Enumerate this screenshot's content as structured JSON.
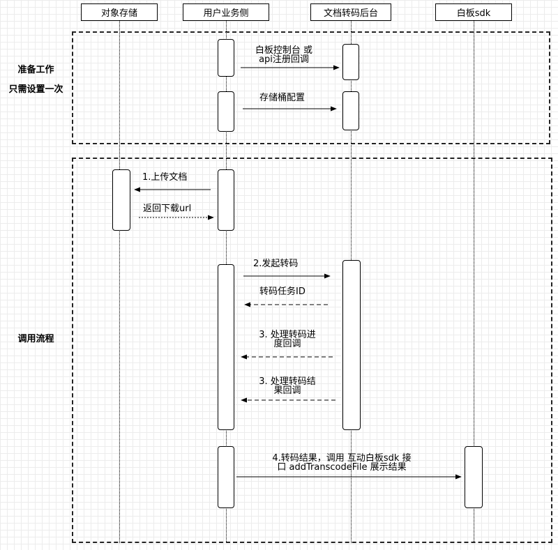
{
  "actors": {
    "storage": "对象存储",
    "business": "用户业务侧",
    "converter": "文档转码后台",
    "sdk": "白板sdk"
  },
  "groups": {
    "prep_line1": "准备工作",
    "prep_line2": "只需设置一次",
    "flow": "调用流程"
  },
  "messages": {
    "m1_line1": "白板控制台 或",
    "m1_line2": "api注册回调",
    "m2": "存储桶配置",
    "m3": "1.上传文档",
    "m4": "返回下载url",
    "m5": "2.发起转码",
    "m6": "转码任务ID",
    "m7_line1": "3. 处理转码进",
    "m7_line2": "度回调",
    "m8_line1": "3. 处理转码结",
    "m8_line2": "果回调",
    "m9_line1": "4.转码结果，调用 互动白板sdk 接",
    "m9_line2": "口 addTranscodeFile 展示结果"
  }
}
